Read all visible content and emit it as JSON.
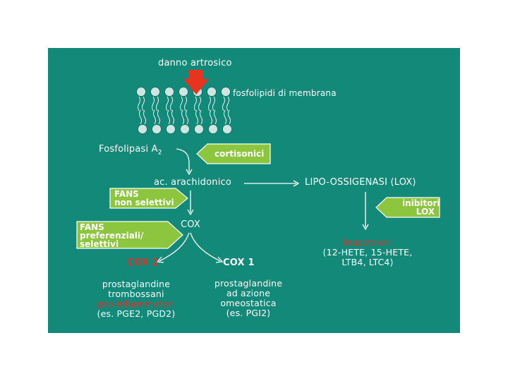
{
  "colors": {
    "background": "#13897a",
    "tag_fill": "#8cc63e",
    "arrow_red": "#e8331f",
    "text_red": "#d8332b",
    "lipid_head": "#cfe5e2",
    "text": "#ffffff"
  },
  "labels": {
    "damage": "danno artrosico",
    "phospholipids": "fosfolipidi di membrana",
    "phospholipase": "Fosfolipasi A",
    "phospholipase_sub": "2",
    "arachidonic": "ac. arachidonico",
    "lox": "LIPO-OSSIGENASI (LOX)",
    "cox": "COX",
    "cox2": "COX 2",
    "cox1": "COX 1",
    "leukotrienes": "leucotrieni",
    "leuko_line1": "(12-HETE, 15-HETE,",
    "leuko_line2": "LTB4, LTC4)",
    "pg_inflam_1": "prostaglandine",
    "pg_inflam_2": "trombossani",
    "pg_inflam_3": "pro-infiammatori",
    "pg_inflam_4": "(es. PGE2, PGD2)",
    "pg_homeo_1": "prostaglandine",
    "pg_homeo_2": "ad azione",
    "pg_homeo_3": "omeostatica",
    "pg_homeo_4": "(es. PGI2)"
  },
  "tags": {
    "cortisonici": "cortisonici",
    "fans_ns_1": "FANS",
    "fans_ns_2": "non selettivi",
    "fans_pref_1": "FANS",
    "fans_pref_2": "preferenziali/",
    "fans_pref_3": "selettivi",
    "lox_inhib_1": "inibitori",
    "lox_inhib_2": "LOX"
  }
}
